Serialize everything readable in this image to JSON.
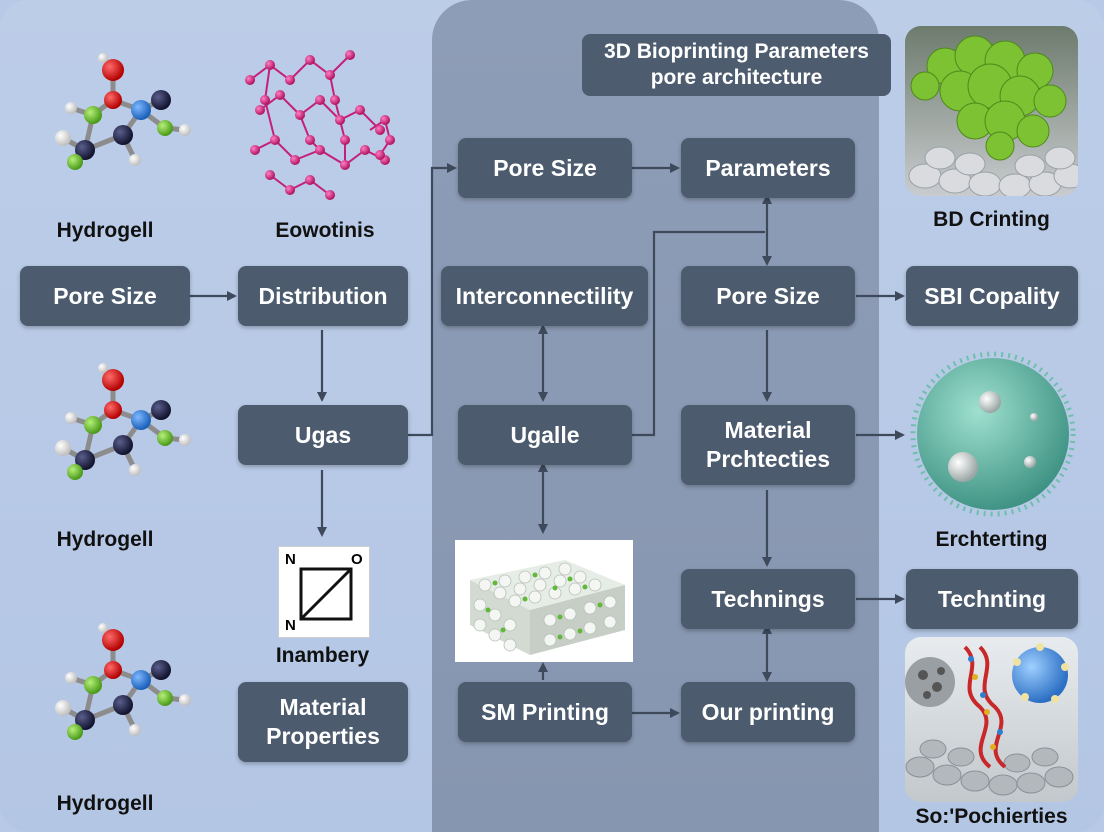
{
  "title": {
    "line1": "3D Bioprinting Parameters",
    "line2": "pore architecture"
  },
  "boxes": {
    "pore_size_left": "Pore Size",
    "distribution": "Distribution",
    "ugas": "Ugas",
    "material_properties_left": "Material Properties",
    "pore_size_center": "Pore Size",
    "interconnectility": "Interconnectility",
    "ugalle": "Ugalle",
    "sm_printing": "SM Printing",
    "parameters": "Parameters",
    "pore_size_right": "Pore Size",
    "material_prchtecties": "Material Prchtecties",
    "technings": "Technings",
    "our_printing": "Our printing",
    "sbi_copality": "SBI Copality",
    "techenting": "Technting"
  },
  "labels": {
    "hydrogel_1": "Hydrogell",
    "hydrogel_2": "Hydrogell",
    "hydrogel_3": "Hydrogell",
    "eowotinis": "Eowotinis",
    "inambery": "Inambery",
    "bd_crinting": "BD Crinting",
    "erchterting": "Erchterting",
    "so_pochierties": "So:'Pochierties"
  },
  "icon_letters": {
    "tl": "N",
    "tr": "O",
    "bl": "N"
  },
  "colors": {
    "background": "#b7c9e6",
    "panel": "#8a99b3",
    "box": "#4c5b6e",
    "arrow": "#3e4a5c",
    "oxygen": "#d31515",
    "nitrogen": "#2f7fd6",
    "carbon": "#1d1f4a",
    "green_atom": "#66c42a"
  }
}
